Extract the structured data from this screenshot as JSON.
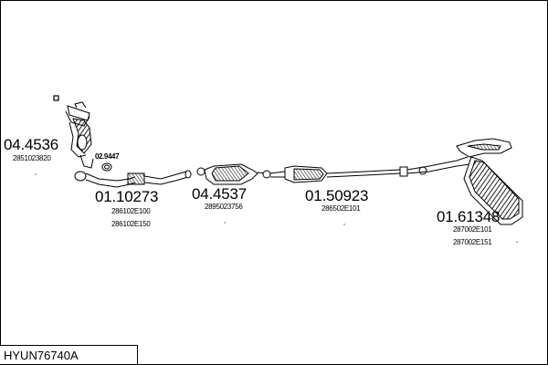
{
  "title": "HYUN76740A",
  "parts": [
    {
      "number": "04.4536",
      "refs": [
        "2851023820"
      ]
    },
    {
      "number": "02.9447",
      "refs": []
    },
    {
      "number": "01.10273",
      "refs": [
        "286102E100",
        "286102E150"
      ]
    },
    {
      "number": "04.4537",
      "refs": [
        "2895023756"
      ]
    },
    {
      "number": "01.50923",
      "refs": [
        "286502E101"
      ]
    },
    {
      "number": "01.61348",
      "refs": [
        "287002E101",
        "287002E151"
      ]
    }
  ],
  "colors": {
    "line": "#000000",
    "hatch": "#222222",
    "background": "#ffffff"
  }
}
